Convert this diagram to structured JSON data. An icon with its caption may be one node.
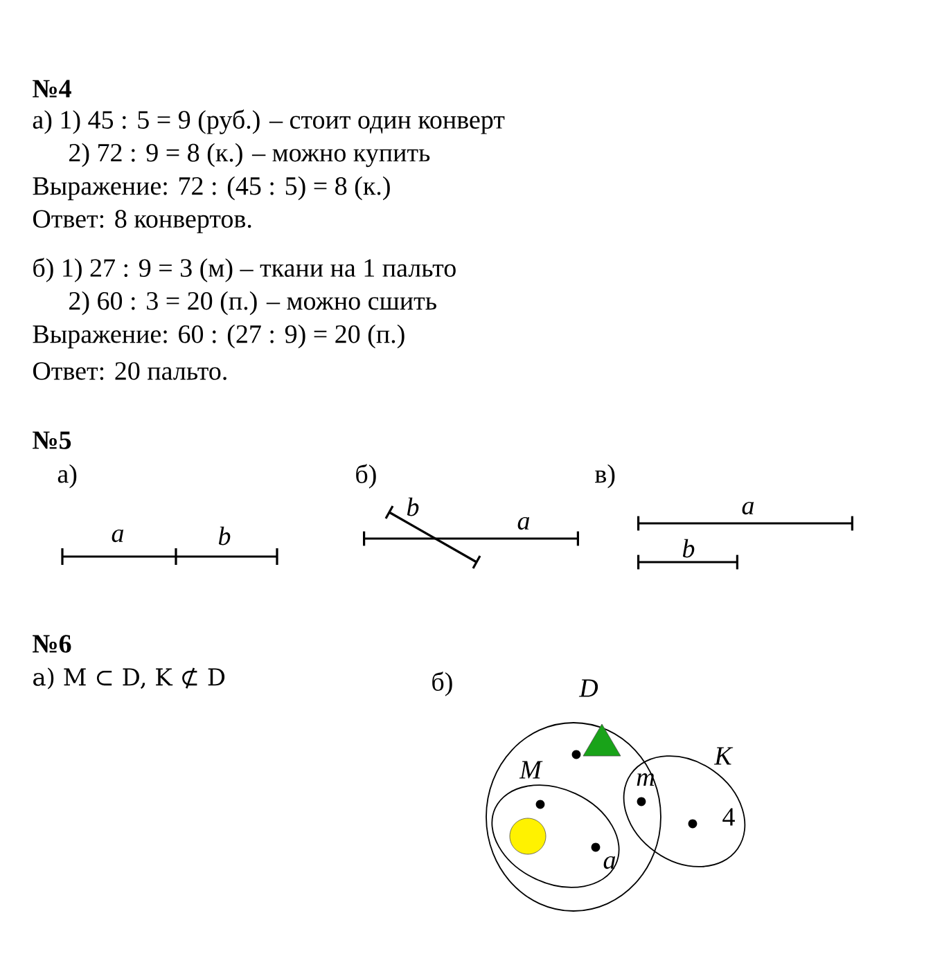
{
  "diagram": {
    "nodes": [
      {
        "text": [
          "D"
        ]
      },
      {
        "text": [
          "M"
        ],
        "in": 0
      },
      {
        "text": [
          "K"
        ]
      }
    ],
    "edges": [],
    "labels": [
      "№4",
      "а) 1) 45 : 5 = 9 (руб.) – стоит один конверт",
      "2) 72 : 9 = 8 (к.) – можно купить",
      "Выражение: 72 : (45 : 5) = 8 (к.)",
      "Ответ: 8 конвертов.",
      "б) 1) 27 : 9 = 3 (м) – ткани на 1 пальто",
      "2) 60 : 3 = 20 (п.) – можно сшить",
      "Выражение: 60 : (27 : 9) = 20 (п.)",
      "Ответ: 20 пальто.",
      "№5",
      "а)",
      "б)",
      "в)",
      "a",
      "b",
      "b",
      "a",
      "a",
      "b",
      "№6",
      "а) M ⊂ D, K ⊄ D",
      "б)",
      "m",
      "a",
      "4"
    ]
  }
}
